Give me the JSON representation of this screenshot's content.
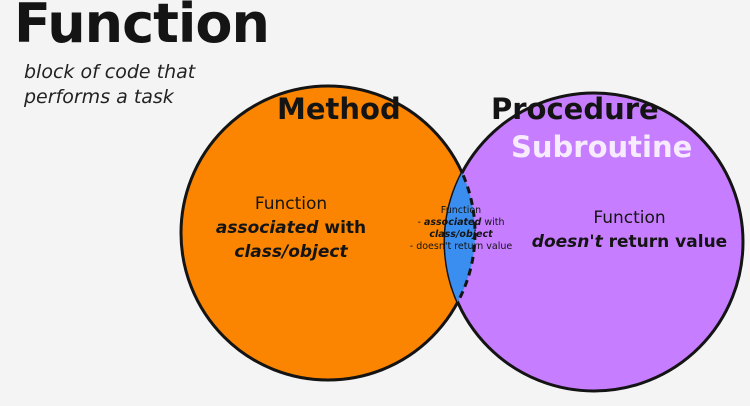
{
  "title": "Function",
  "subtitle": [
    "block of code that",
    "performs a task"
  ],
  "method": {
    "header": "Method",
    "line1": "Function",
    "line2_emph": "associated",
    "line2_rest": " with",
    "line3": "class/object"
  },
  "procedure": {
    "header": "Procedure",
    "alias": "Subroutine",
    "line1": "Function",
    "line2_emph": "doesn't",
    "line2_rest": " return value"
  },
  "overlap": {
    "line1": "Function",
    "line2_prefix": "- ",
    "line2_emph": "associated",
    "line2_rest": " with",
    "line3": "class/object",
    "line4": "- doesn't return value"
  },
  "colors": {
    "method": "#fb8500",
    "procedure": "#c77dff",
    "overlap": "#3a8ef0",
    "outline": "#141414"
  }
}
